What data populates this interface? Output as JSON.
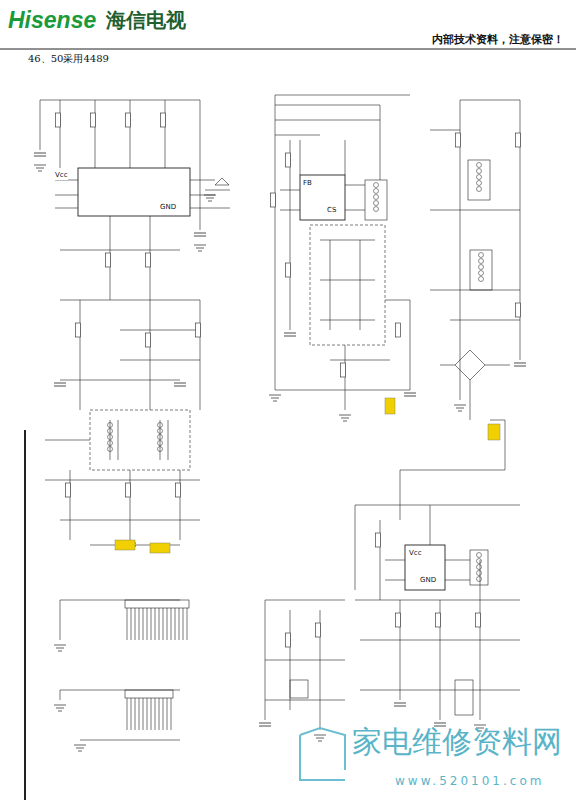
{
  "diagram": {
    "nodes": [],
    "edges": [],
    "labels": [
      "Hisense",
      "海信电视",
      "内部技术资料，注意保密！",
      "46、50采用4489",
      "Vcc",
      "GND",
      "FB",
      "CS",
      "Vcc",
      "GND",
      "家电维修资料网",
      "www.520101.com"
    ]
  }
}
